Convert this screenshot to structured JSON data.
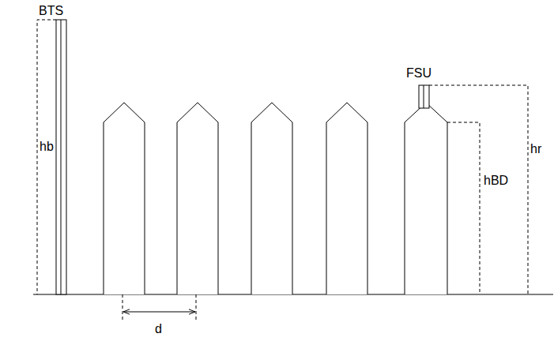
{
  "diagram": {
    "labels": [
      "BTS",
      "FSU",
      "hb",
      "hr",
      "hBD",
      "d"
    ]
  }
}
